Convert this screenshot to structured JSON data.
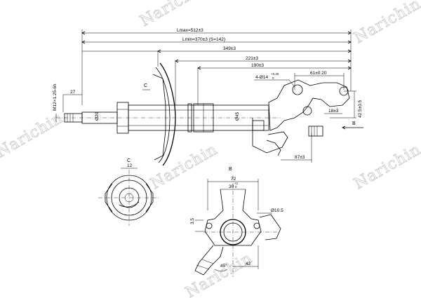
{
  "watermark": "Narichin",
  "side_view": {
    "dims": {
      "l_max": "Lmax=512±3",
      "l_min": "Lmin=370±3 (S=142)",
      "len_349": "349±3",
      "len_221": "221±3",
      "len_190": "190±3",
      "holes": "4-Ø14",
      "holes_tol": "+0.20",
      "holes_tol2": "0",
      "spacing_61": "61±0.20",
      "len_18": "18±3",
      "len_42": "42.5±0.5",
      "len_87": "87±3",
      "len_27": "27",
      "thread": "M12×1.25-6h",
      "rod_dia": "Ø20",
      "body_dia": "Ø45"
    },
    "labels": {
      "view_c": "C",
      "view_b": "B"
    }
  },
  "view_c": {
    "label": "C",
    "dim": "12"
  },
  "view_b": {
    "label": "B",
    "dims": {
      "width_72": "72",
      "width_30": "30",
      "width_30_tol": "+1",
      "width_30_tol2": "0",
      "hole": "Ø10.5",
      "gap": "3.5",
      "angle": "45°",
      "offset_42": "42"
    }
  }
}
